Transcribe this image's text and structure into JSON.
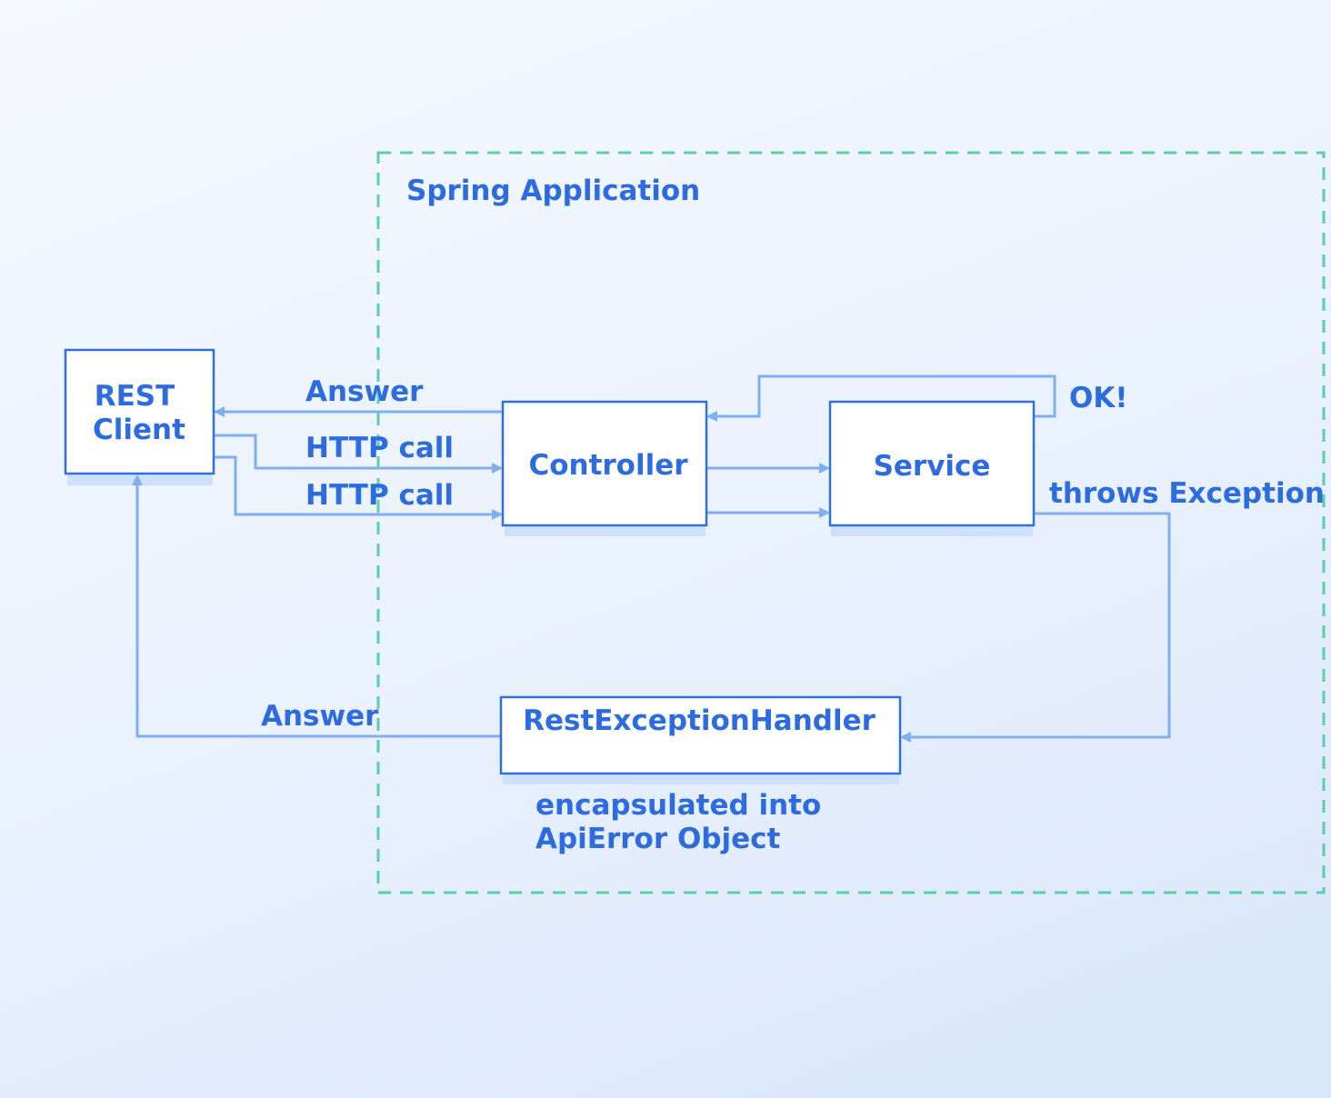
{
  "colors": {
    "text": "#2d6be0",
    "node_border": "#2f6fe0",
    "edge": "#80aef5",
    "boundary": "#5ccfa5"
  },
  "boundary": {
    "label": "Spring Application"
  },
  "nodes": {
    "rest_client": {
      "line1": "REST",
      "line2": "Client"
    },
    "controller": {
      "label": "Controller"
    },
    "service": {
      "label": "Service"
    },
    "handler": {
      "label": "RestExceptionHandler"
    }
  },
  "edges": {
    "answer_top": "Answer",
    "http_call_1": "HTTP call",
    "http_call_2": "HTTP call",
    "ok": "OK!",
    "throws_exception": "throws Exception",
    "answer_bottom": "Answer"
  },
  "notes": {
    "encapsulated_line1": "encapsulated into",
    "encapsulated_line2": "ApiError Object"
  }
}
